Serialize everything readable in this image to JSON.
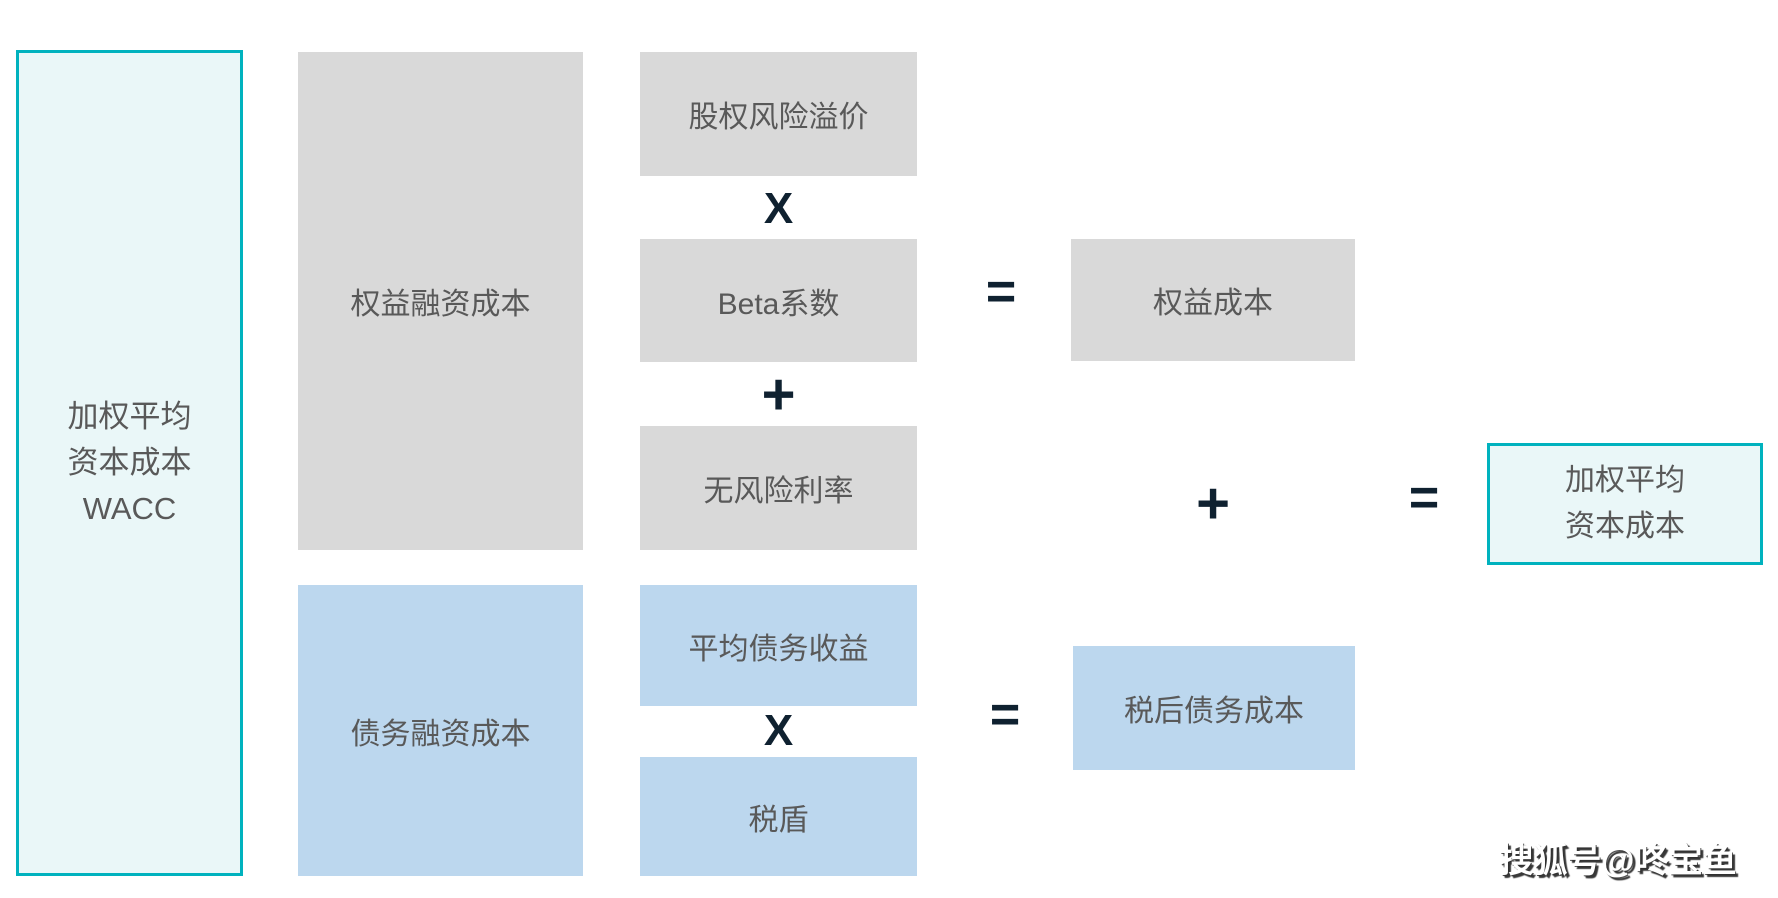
{
  "diagram": {
    "colors": {
      "tealBorder": "#00B2BE",
      "tealFill": "#EAF7F8",
      "grayBox": "#D9D9D9",
      "blueBox": "#BCD7EE",
      "operator": "#0F2130",
      "label": "#595959"
    },
    "title_box": {
      "lines": [
        "加权平均",
        "资本成本",
        "WACC"
      ]
    },
    "equity_financing": "权益融资成本",
    "debt_financing": "债务融资成本",
    "equity_risk_premium": "股权风险溢价",
    "beta": "Beta系数",
    "risk_free_rate": "无风险利率",
    "avg_debt_yield": "平均债务收益",
    "tax_shield": "税盾",
    "equity_cost": "权益成本",
    "after_tax_debt_cost": "税后债务成本",
    "result_box": {
      "lines": [
        "加权平均",
        "资本成本"
      ]
    },
    "operators": {
      "multiply": "X",
      "plus": "+",
      "equals": "="
    },
    "watermark": "搜狐号@咚宝鱼"
  }
}
